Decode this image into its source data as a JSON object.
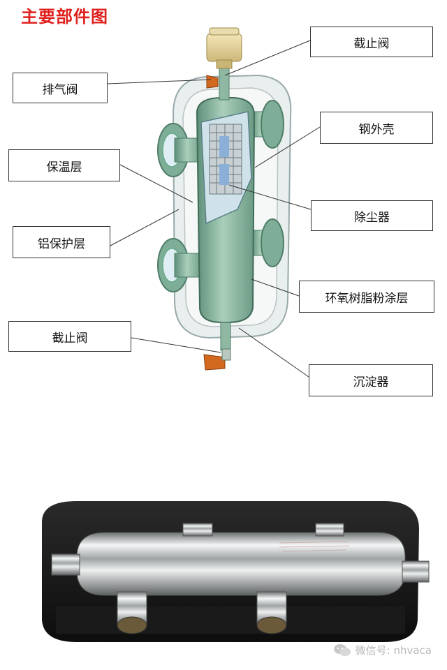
{
  "title": "主要部件图",
  "labels": {
    "stop_valve_top": "截止阀",
    "vent_valve": "排气阀",
    "steel_shell": "钢外壳",
    "insulation": "保温层",
    "dust_remover": "除尘器",
    "aluminum_protection": "铝保护层",
    "epoxy_coating": "环氧树脂粉涂层",
    "stop_valve_bottom": "截止阀",
    "settler": "沉淀器"
  },
  "watermark": "微信号: nhvaca",
  "icons": {
    "watermark_icon": "wechat-icon"
  },
  "colors": {
    "title": "#e0201c",
    "tank": "#8fb8a2",
    "valve": "#d2691e"
  }
}
